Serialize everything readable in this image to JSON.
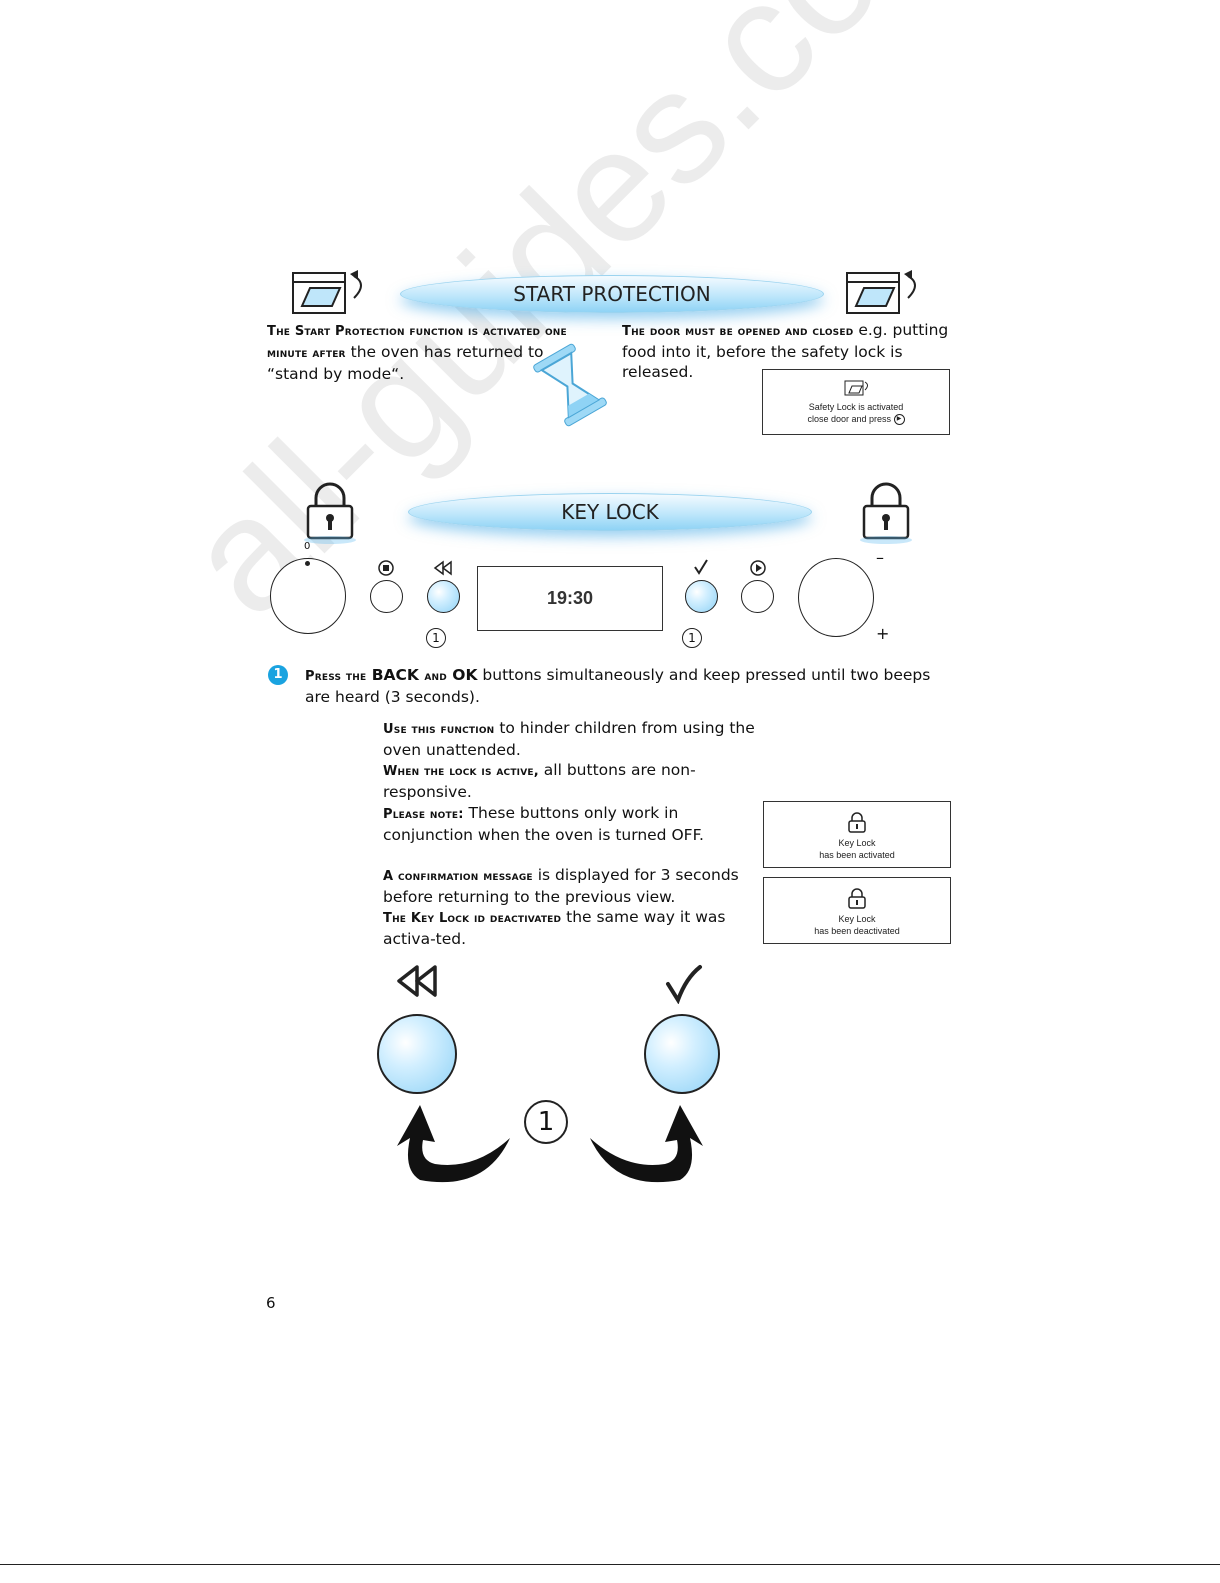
{
  "sections": {
    "start_protection_title": "START PROTECTION",
    "key_lock_title": "KEY LOCK"
  },
  "start_protection": {
    "left_lead": "The Start Protection function is activated one minute after",
    "left_text": " the oven has returned to “stand by mode“.",
    "right_lead": "The door must be opened and closed",
    "right_text": " e.g. putting food into it, before the safety lock is released.",
    "display_line1": "Safety Lock is activated",
    "display_line2": "close door and press"
  },
  "panel": {
    "knob_left_mark": "0",
    "clock": "19:30",
    "step_back": "1",
    "step_ok": "1",
    "knob_right_minus": "–",
    "knob_right_plus": "+"
  },
  "step1": {
    "badge": "1",
    "lead1": "Press the",
    "back": " BACK ",
    "lead2": "and",
    "ok": " OK",
    "text": " buttons simultaneously and keep pressed until two beeps are heard (3 seconds)."
  },
  "info": {
    "p1_lead": "Use this function",
    "p1_text": " to hinder children from using the oven unattended.",
    "p2_lead": "When the lock is active,",
    "p2_text": " all buttons are non-responsive.",
    "p3_lead": "Please note:",
    "p3_text": " These buttons only work in conjunction when the oven is turned OFF.",
    "p4_lead": "A confirmation message",
    "p4_text": " is displayed for 3 seconds before returning to the previous view.",
    "p5_lead": "The Key Lock id deactivated",
    "p5_text": " the same way it was activa-ted."
  },
  "displays": {
    "activated_line1": "Key Lock",
    "activated_line2": "has been activated",
    "deactivated_line1": "Key Lock",
    "deactivated_line2": "has been deactivated"
  },
  "bottom": {
    "step": "1"
  },
  "page_number": "6",
  "watermark": "all-guides.com",
  "colors": {
    "accent_blue": "#8fd3f5",
    "badge_blue": "#1aa3e0"
  }
}
